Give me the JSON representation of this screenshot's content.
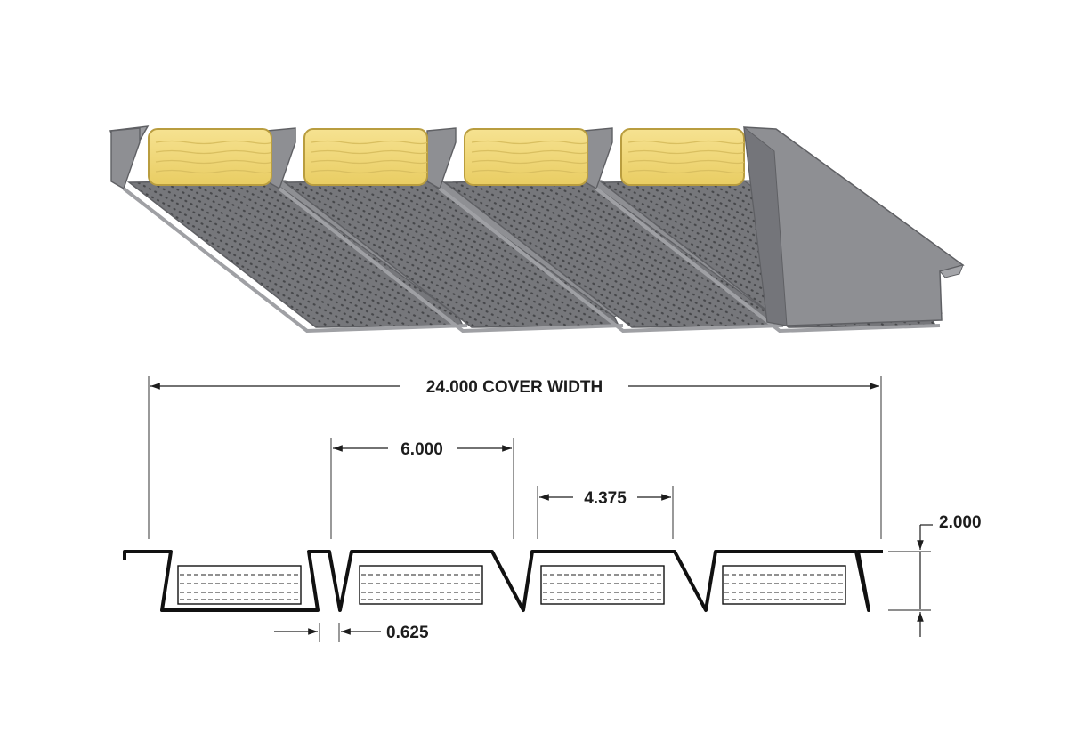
{
  "colors": {
    "panel_top": "#8e8f93",
    "panel_face": "#76777b",
    "panel_edge": "#5f6064",
    "perforation": "#454649",
    "insulation": "#f2db7c",
    "insulation_edge": "#b99d3f",
    "ink": "#1d1d1d"
  },
  "dimensions": {
    "cover_width": "24.000 COVER WIDTH",
    "rib_spacing": "6.000",
    "pan_width": "4.375",
    "depth": "2.000",
    "rib_opening": "0.625"
  },
  "illustration": {
    "insulation_blocks": 4,
    "perforated_pans": 4
  }
}
